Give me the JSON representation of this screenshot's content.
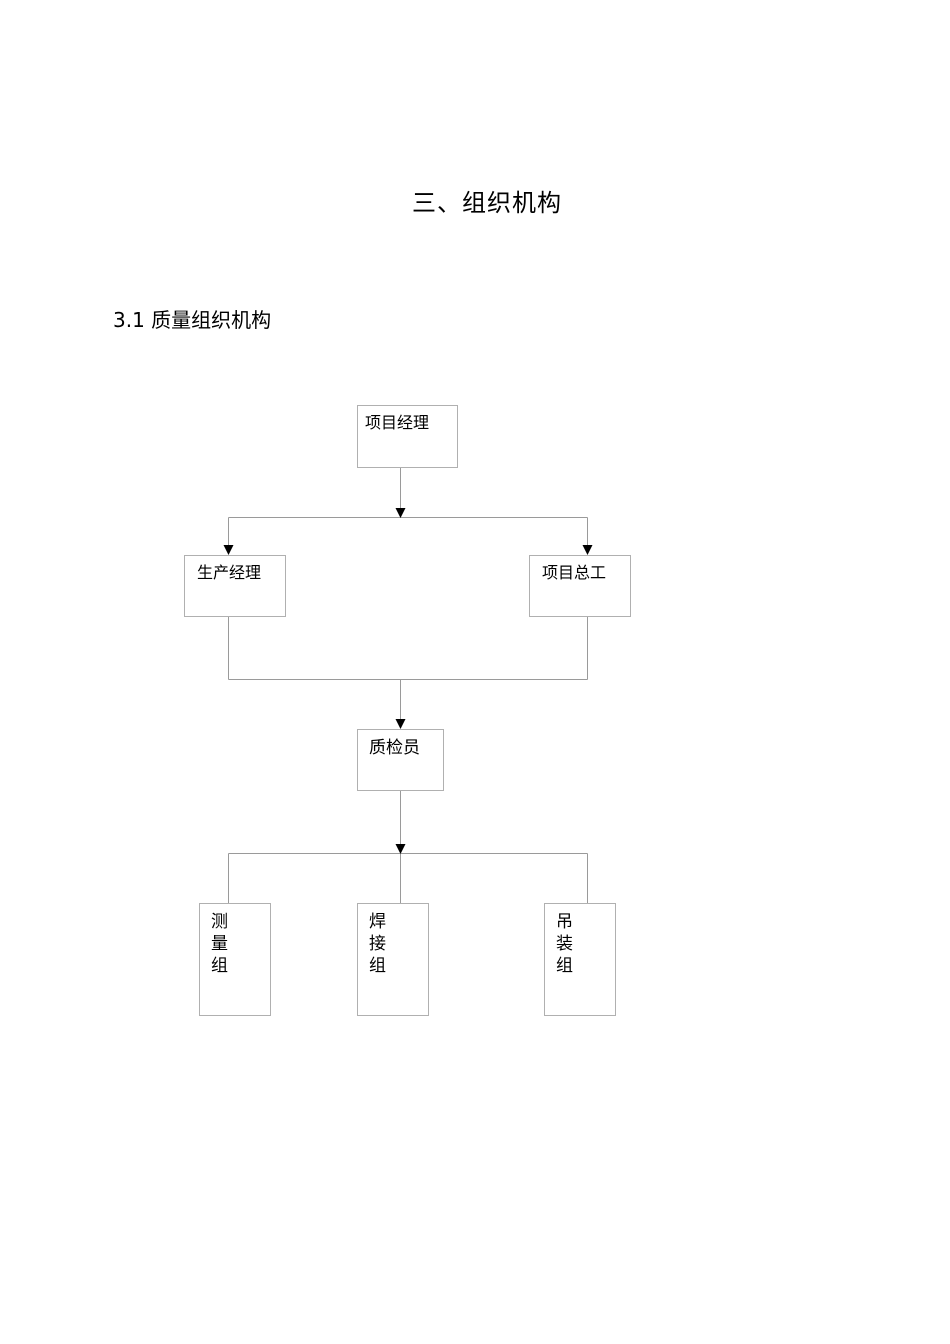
{
  "document": {
    "title": "三、组织机构",
    "section_heading": "3.1 质量组织机构"
  },
  "org_chart": {
    "project_manager": "项目经理",
    "production_manager": "生产经理",
    "chief_engineer": "项目总工",
    "quality_inspector": "质检员",
    "survey_group": "测量组",
    "welding_group": "焊接组",
    "lifting_group": "吊装组"
  },
  "colors": {
    "box_border": "#b0b0b0",
    "connector": "#9a9a9a",
    "arrow": "#000000"
  }
}
